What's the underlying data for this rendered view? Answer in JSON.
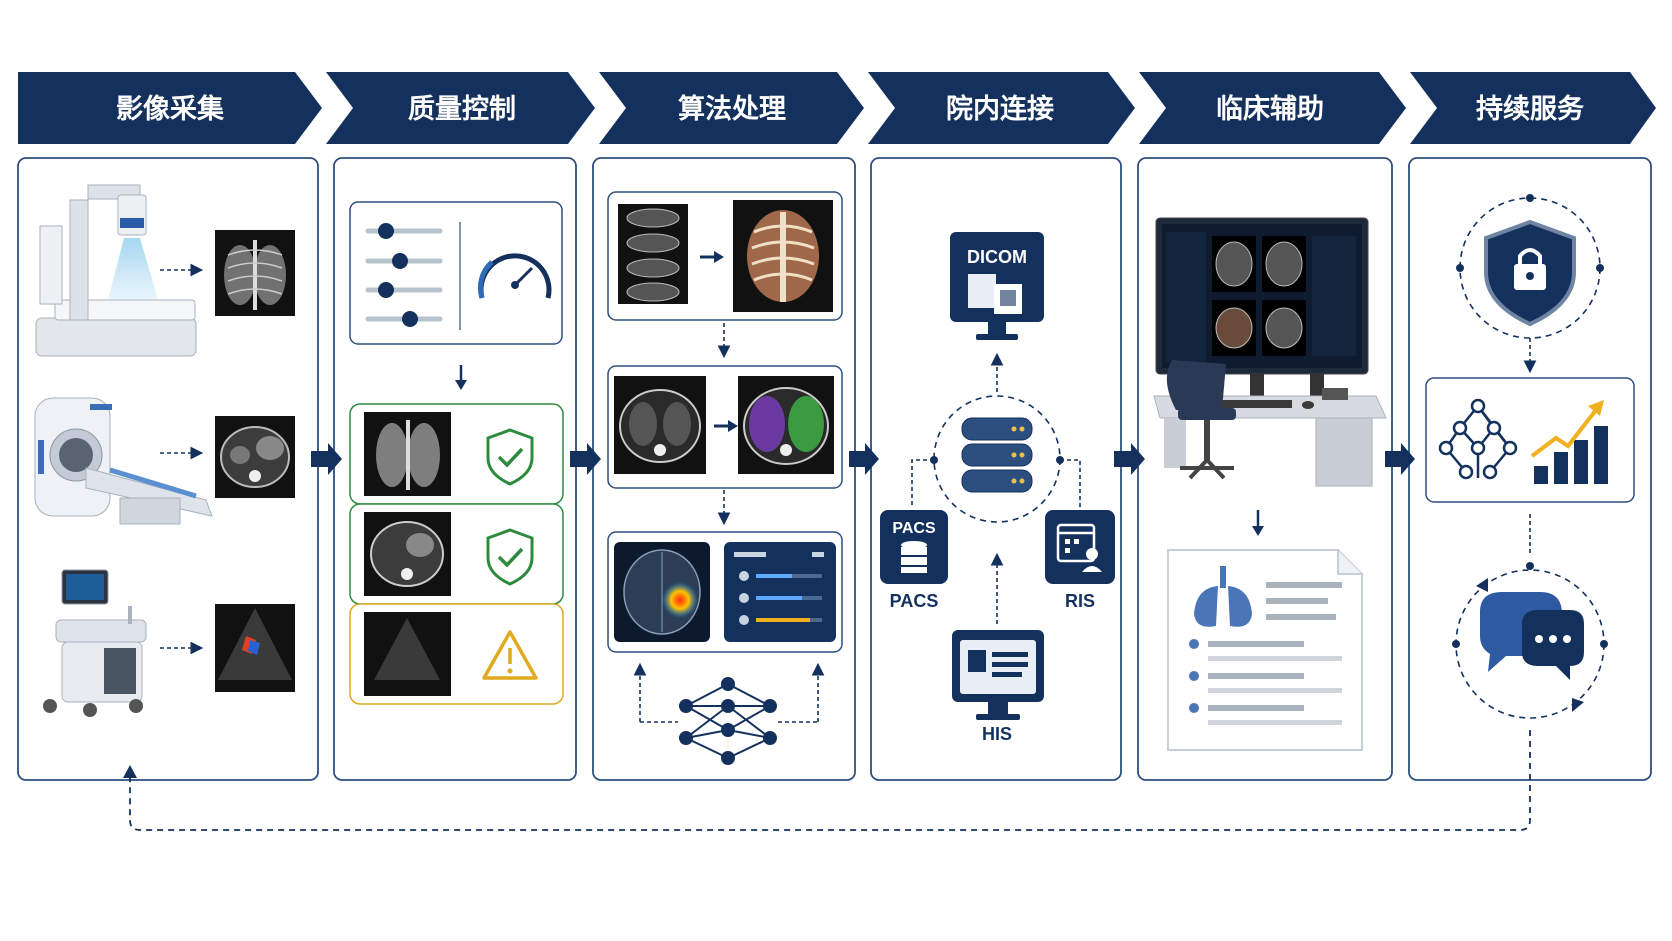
{
  "stages": [
    {
      "title": "影像采集"
    },
    {
      "title": "质量控制"
    },
    {
      "title": "算法处理"
    },
    {
      "title": "院内连接"
    },
    {
      "title": "临床辅助"
    },
    {
      "title": "持续服务"
    }
  ],
  "connect": {
    "dicom_label": "DICOM",
    "pacs_label": "PACS",
    "pacs_caption": "PACS",
    "ris_caption": "RIS",
    "his_caption": "HIS"
  },
  "colors": {
    "navy": "#14315e",
    "border": "#2d4f80",
    "ok_green": "#2e8b3e",
    "warn_yellow": "#e0aa1e",
    "arrow_gold": "#f0b020"
  },
  "quality_checks": [
    {
      "status": "pass",
      "icon": "shield-check-icon"
    },
    {
      "status": "pass",
      "icon": "shield-check-icon"
    },
    {
      "status": "warning",
      "icon": "warning-triangle-icon"
    }
  ]
}
